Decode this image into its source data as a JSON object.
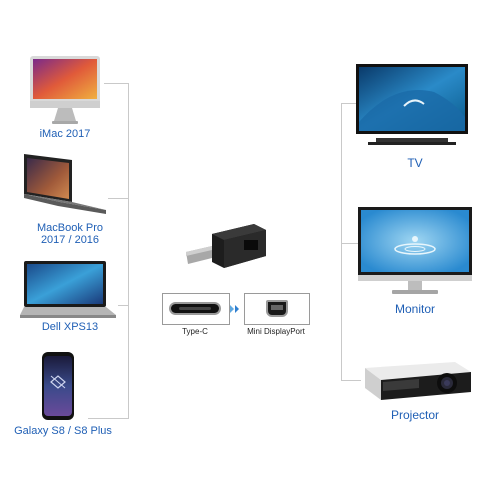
{
  "left_devices": [
    {
      "label": "iMac 2017"
    },
    {
      "label_line1": "MacBook Pro",
      "label_line2": "2017 / 2016"
    },
    {
      "label": "Dell XPS13"
    },
    {
      "label": "Galaxy S8 / S8 Plus"
    }
  ],
  "right_devices": [
    {
      "label": "TV"
    },
    {
      "label": "Monitor"
    },
    {
      "label": "Projector"
    }
  ],
  "connectors": {
    "input_label": "Type-C",
    "output_label": "Mini DisplayPort"
  },
  "colors": {
    "label_blue": "#1f5fb5",
    "line_gray": "#c9c9c9"
  }
}
